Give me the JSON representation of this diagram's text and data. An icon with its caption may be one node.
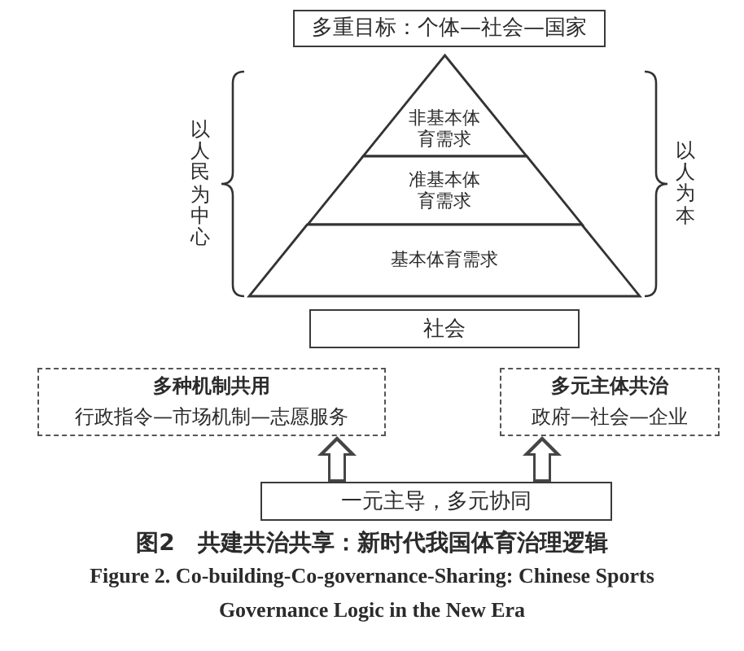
{
  "diagram": {
    "caption": "图2　共建共治共享：新时代我国体育治理逻辑",
    "nodes": [
      {
        "text": [
          "多重目标：个体—社会—国家"
        ]
      },
      {
        "text": [
          "非基本体育需求"
        ]
      },
      {
        "text": [
          "准基本体育需求"
        ]
      },
      {
        "text": [
          "基本体育需求"
        ]
      },
      {
        "text": [
          "社会"
        ]
      },
      {
        "text": [
          "多种机制共用",
          "行政指令—市场机制—志愿服务"
        ]
      },
      {
        "text": [
          "多元主体共治",
          "政府—社会—企业"
        ]
      },
      {
        "text": [
          "一元主导，多元协同"
        ]
      }
    ],
    "edges": [
      {
        "from": 7,
        "to": 5,
        "arrow": "to"
      },
      {
        "from": 7,
        "to": 6,
        "arrow": "to"
      }
    ],
    "labels": [
      "以人民为中心",
      "以人为本",
      "Figure 2. Co-building-Co-governance-Sharing: Chinese Sports Governance Logic in the New Era"
    ]
  }
}
